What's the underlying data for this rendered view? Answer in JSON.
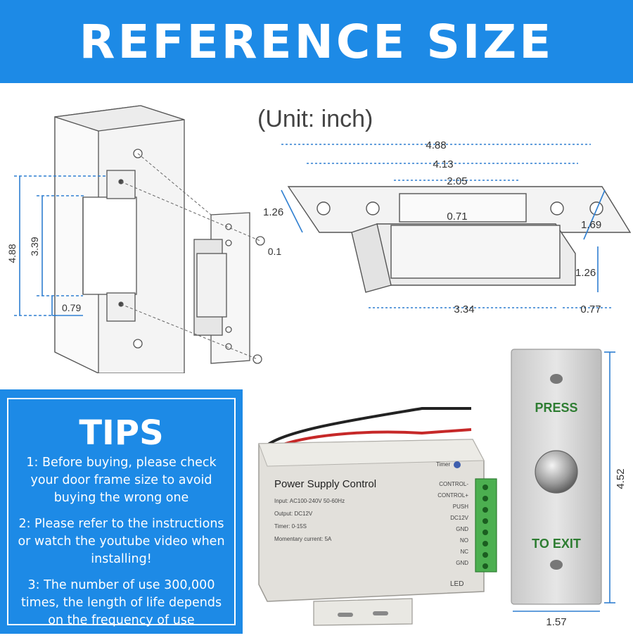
{
  "banner": {
    "title": "REFERENCE SIZE"
  },
  "unit_label": "(Unit: inch)",
  "frame_dims": {
    "height": "4.88",
    "inner_height": "3.39",
    "offset": "0.79",
    "thickness": "0.12"
  },
  "strike_dims": {
    "total_length": "4.88",
    "hole_spacing": "4.13",
    "body_length_top": "2.05",
    "lip_width": "0.71",
    "plate_height": "1.26",
    "plate_side": "1.69",
    "body_height": "1.26",
    "body_length": "3.34",
    "body_offset": "0.77"
  },
  "tips": {
    "title": "TIPS",
    "items": [
      "1: Before buying, please check your door frame size to avoid buying the wrong one",
      "2: Please refer to the instructions or watch the youtube video when installing!",
      "3: The number of use 300,000 times, the length of life depends on the frequency of use"
    ]
  },
  "power_supply": {
    "title": "Power Supply Control",
    "specs": [
      "Input: AC100-240V 50-60Hz",
      "Output: DC12V",
      "Timer: 0-15S",
      "Momentary current: 5A"
    ],
    "timer_label": "Timer",
    "terminals": [
      "CONTROL-",
      "CONTROL+",
      "PUSH",
      "DC12V",
      "GND",
      "NO",
      "NC",
      "GND"
    ],
    "led_label": "LED"
  },
  "exit_button": {
    "top_label": "PRESS",
    "bottom_label": "TO EXIT",
    "height": "4.52",
    "width": "1.57",
    "label_color": "#2e7d32"
  },
  "colors": {
    "banner": "#1d8ae6",
    "dimension_line": "#2f7fd1"
  }
}
